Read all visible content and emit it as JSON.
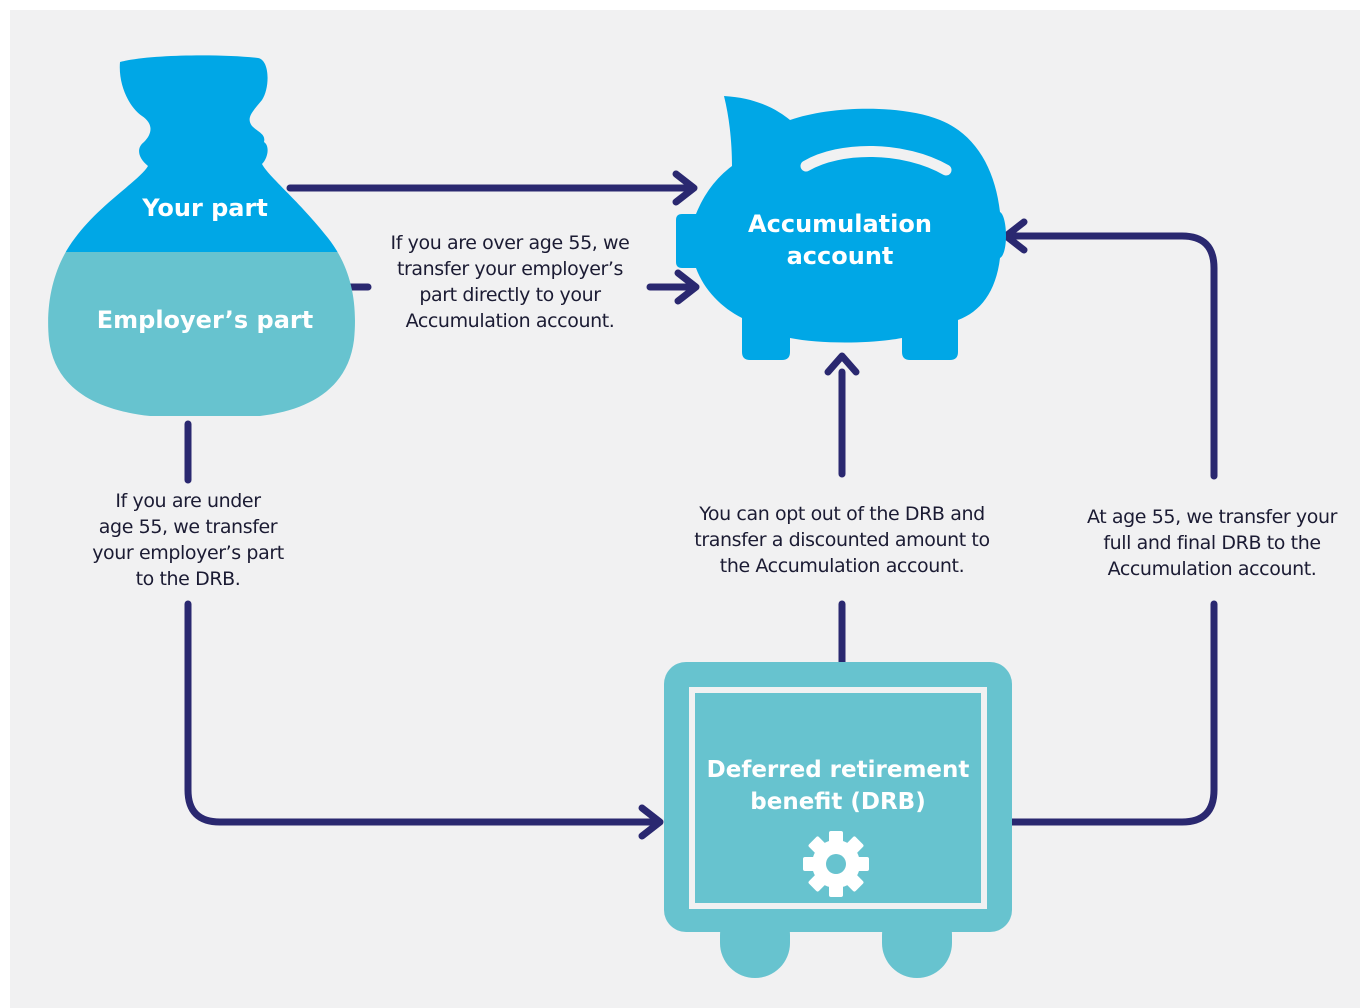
{
  "nodes": {
    "your_part": "Your part",
    "employers_part": "Employer’s part",
    "accumulation": "Accumulation\naccount",
    "drb": "Deferred retirement\nbenefit (DRB)"
  },
  "labels": {
    "over_55": "If you are over age 55, we\ntransfer your employer’s\npart directly to your\nAccumulation account.",
    "under_55": "If you are under\nage 55, we transfer\nyour employer’s part\nto the DRB.",
    "opt_out": "You can opt out of the DRB and\ntransfer a discounted amount to\nthe Accumulation account.",
    "at_55": "At age 55, we transfer your\nfull and final DRB to the\nAccumulation account."
  },
  "colors": {
    "background": "#f1f1f2",
    "bright_blue": "#00a7e6",
    "teal": "#67c3cf",
    "arrow": "#2a2870",
    "label_text": "#1b1b33"
  },
  "icons": {
    "money_bag": "money-bag-icon",
    "piggy_bank": "piggy-bank-icon",
    "safe": "safe-icon",
    "gear": "gear-icon"
  }
}
